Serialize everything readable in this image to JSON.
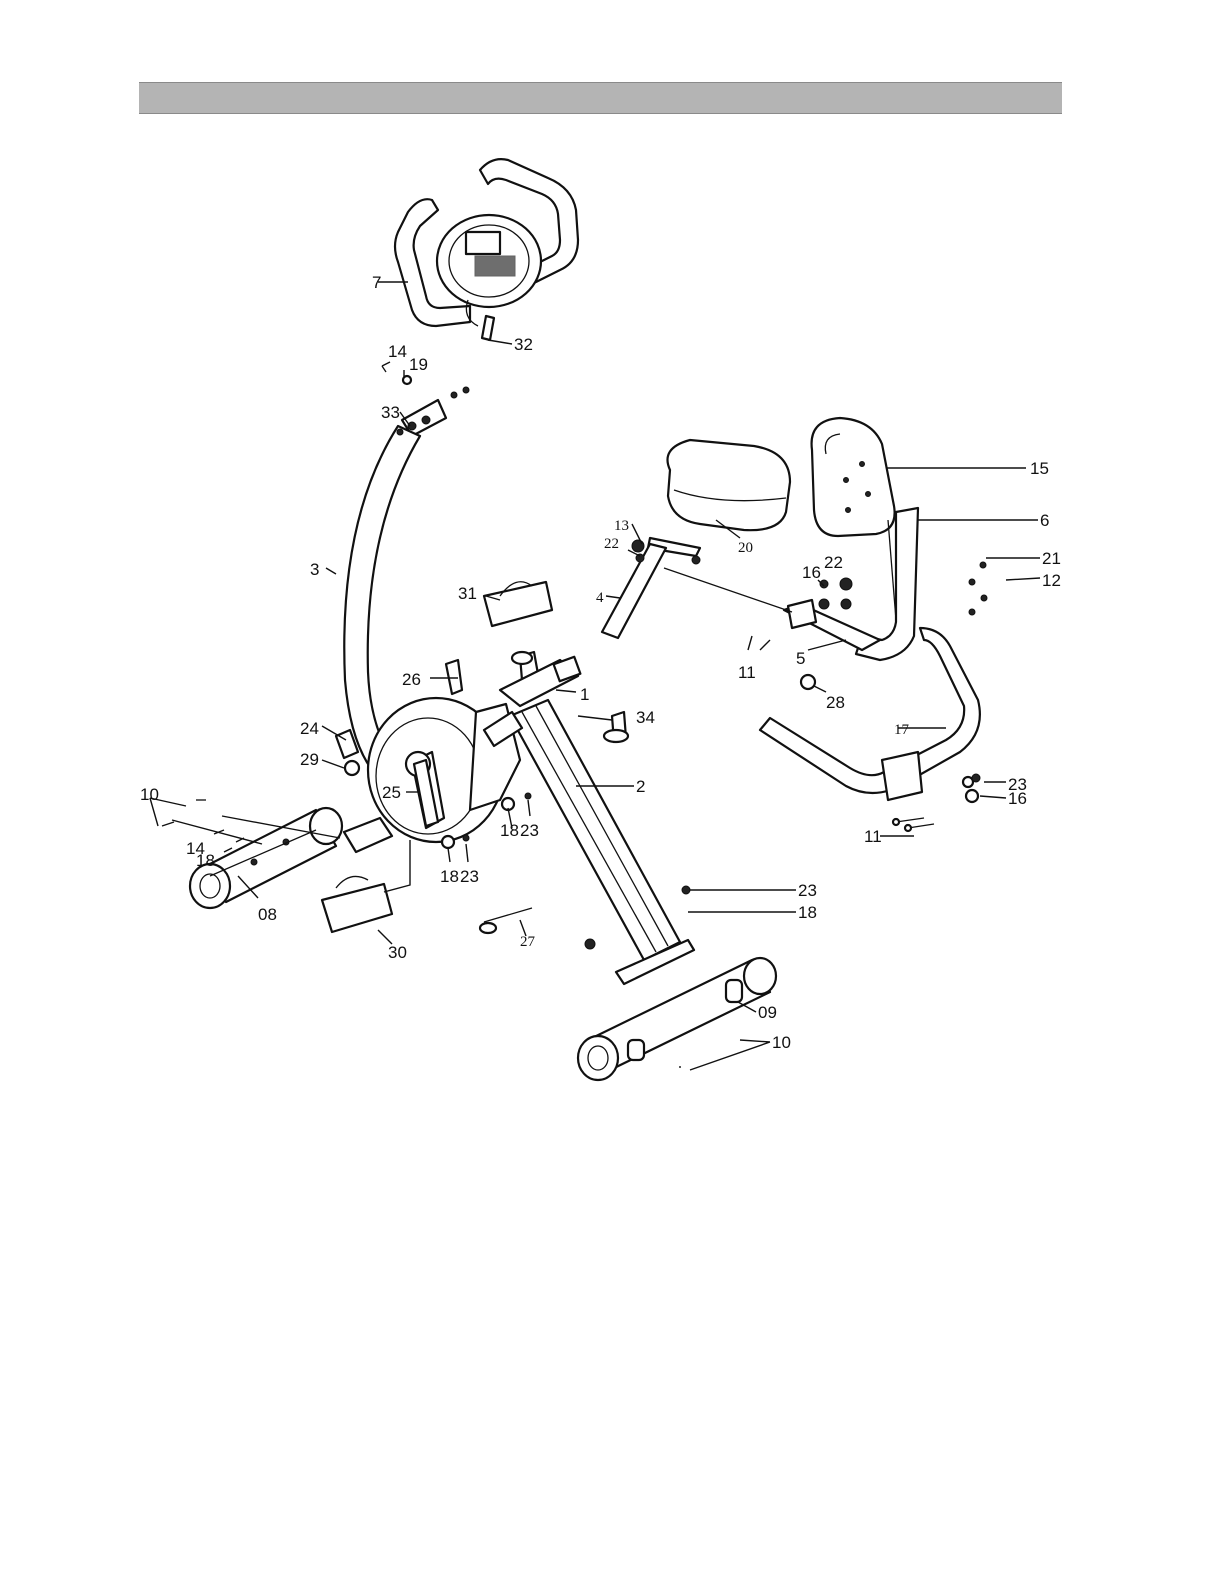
{
  "header": {
    "title": ""
  },
  "labels": {
    "l7": "7",
    "l32": "32",
    "l14a": "14",
    "l19": "19",
    "l33": "33",
    "l3": "3",
    "l31": "31",
    "l26": "26",
    "l1": "1",
    "l34": "34",
    "l24": "24",
    "l29": "29",
    "l25": "25",
    "l2": "2",
    "l10a": "10",
    "l14b": "14",
    "l18a": "18",
    "l18b": "18",
    "l23a": "23",
    "l18c": "18",
    "l23b": "23",
    "l08": "08",
    "l30": "30",
    "l27": "27",
    "l23c": "23",
    "l18d": "18",
    "l09": "09",
    "l10b": "10",
    "l13": "13",
    "l22a": "22",
    "l20": "20",
    "l4": "4",
    "l15": "15",
    "l6": "6",
    "l21": "21",
    "l12": "12",
    "l16a": "16",
    "l22b": "22",
    "l11a": "11",
    "l5": "5",
    "l28": "28",
    "l17": "17",
    "l23d": "23",
    "l16b": "16",
    "l11b": "11"
  }
}
